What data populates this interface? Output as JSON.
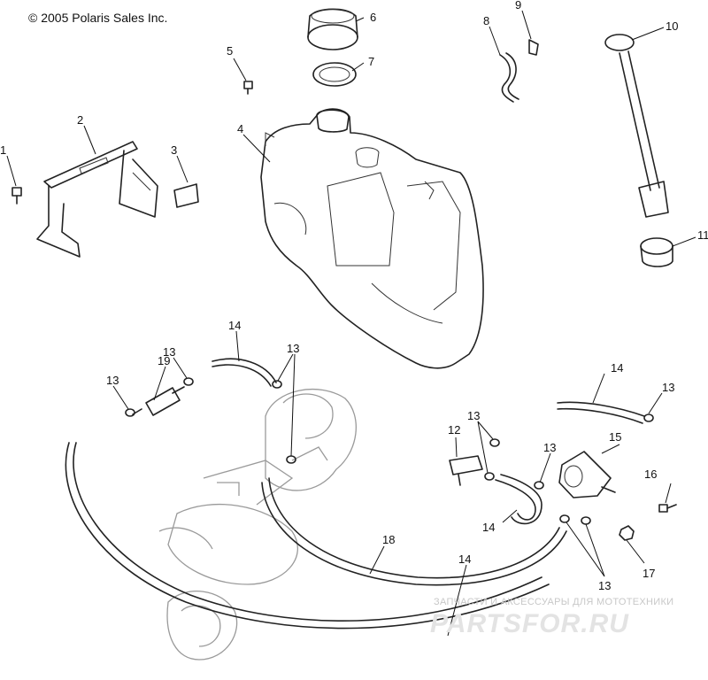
{
  "copyright": "© 2005 Polaris Sales Inc.",
  "callouts": {
    "c1": "1",
    "c2": "2",
    "c3": "3",
    "c4": "4",
    "c5": "5",
    "c6": "6",
    "c7": "7",
    "c8": "8",
    "c9": "9",
    "c10": "10",
    "c11": "11",
    "c12": "12",
    "c13": "13",
    "c14": "14",
    "c15": "15",
    "c16": "16",
    "c17": "17",
    "c18": "18",
    "c19": "19"
  },
  "watermark": {
    "subtitle": "ЗАПЧАСТИ И АКСЕССУАРЫ ДЛЯ МОТОТЕХНИКИ",
    "logo": "PARTSFOR.RU"
  }
}
